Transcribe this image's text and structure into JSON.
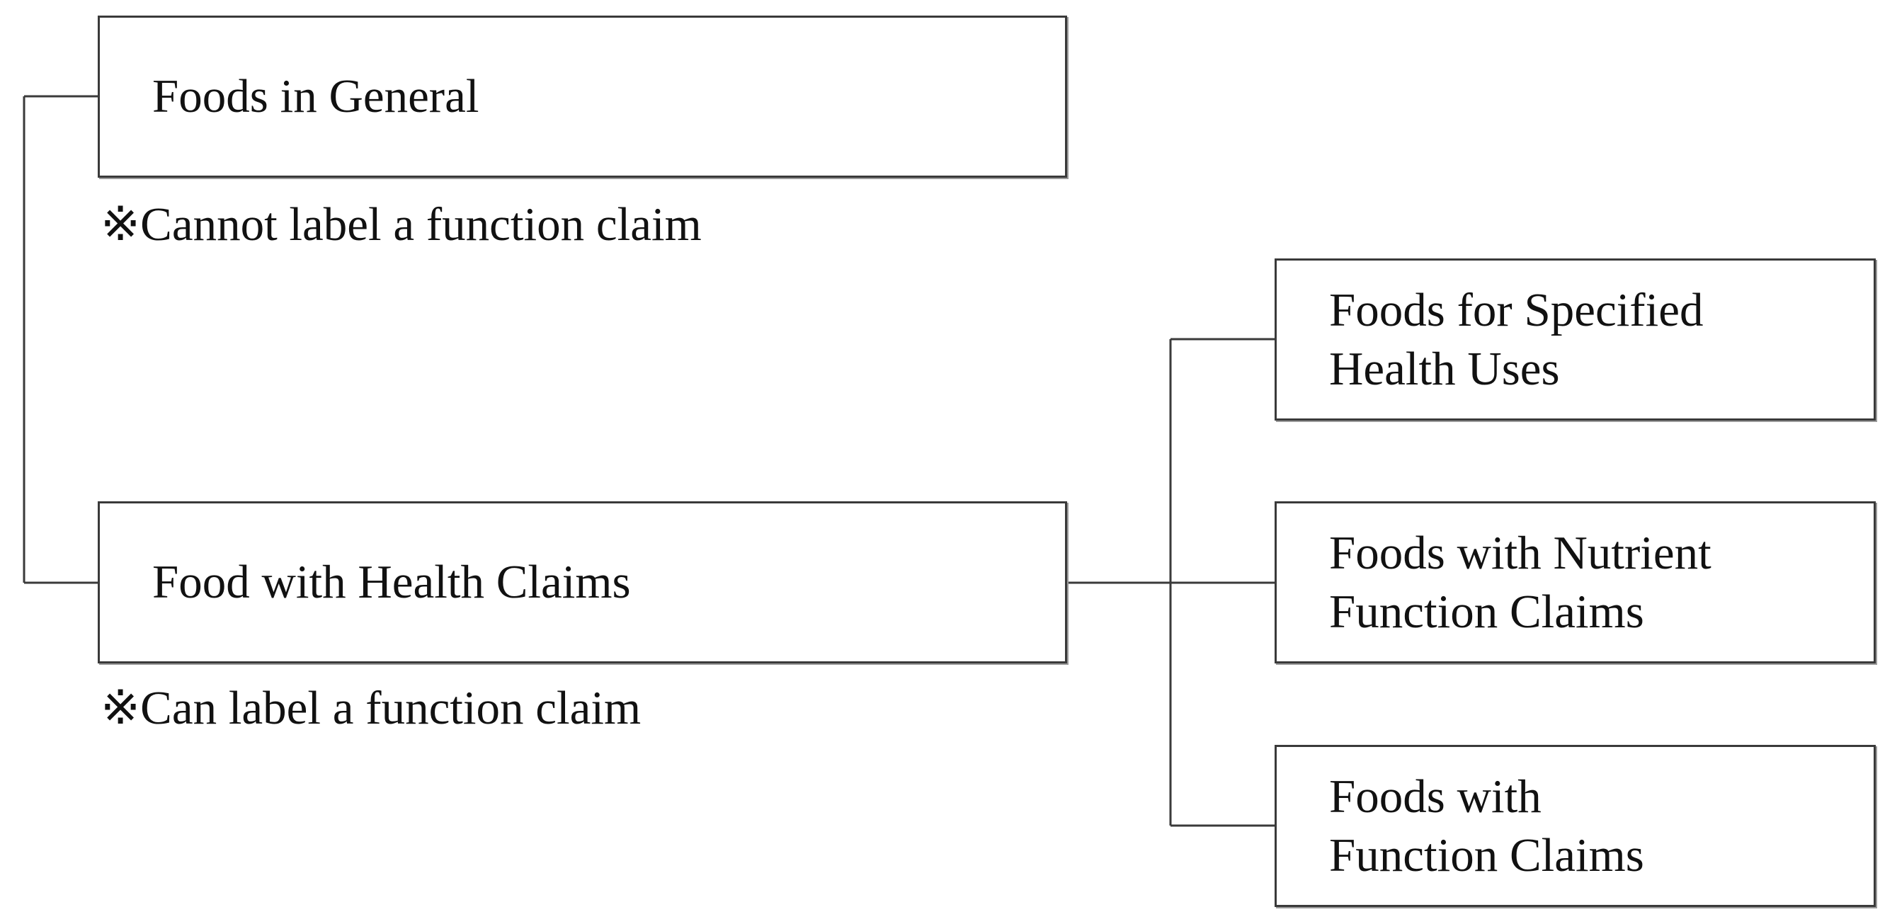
{
  "nodes": {
    "foods_in_general": "Foods in General",
    "food_with_health_claims": "Food with Health Claims",
    "foods_for_specified_health_uses": "Foods for Specified\nHealth Uses",
    "foods_with_nutrient_function_claims": "Foods with Nutrient\nFunction Claims",
    "foods_with_function_claims": "Foods with\nFunction Claims"
  },
  "notes": {
    "cannot_label": "※Cannot label a function claim",
    "can_label": "※Can label a function claim"
  },
  "edges": [
    [
      "foods_in_general",
      "food_with_health_claims"
    ],
    [
      "food_with_health_claims",
      "foods_for_specified_health_uses"
    ],
    [
      "food_with_health_claims",
      "foods_with_nutrient_function_claims"
    ],
    [
      "food_with_health_claims",
      "foods_with_function_claims"
    ]
  ]
}
